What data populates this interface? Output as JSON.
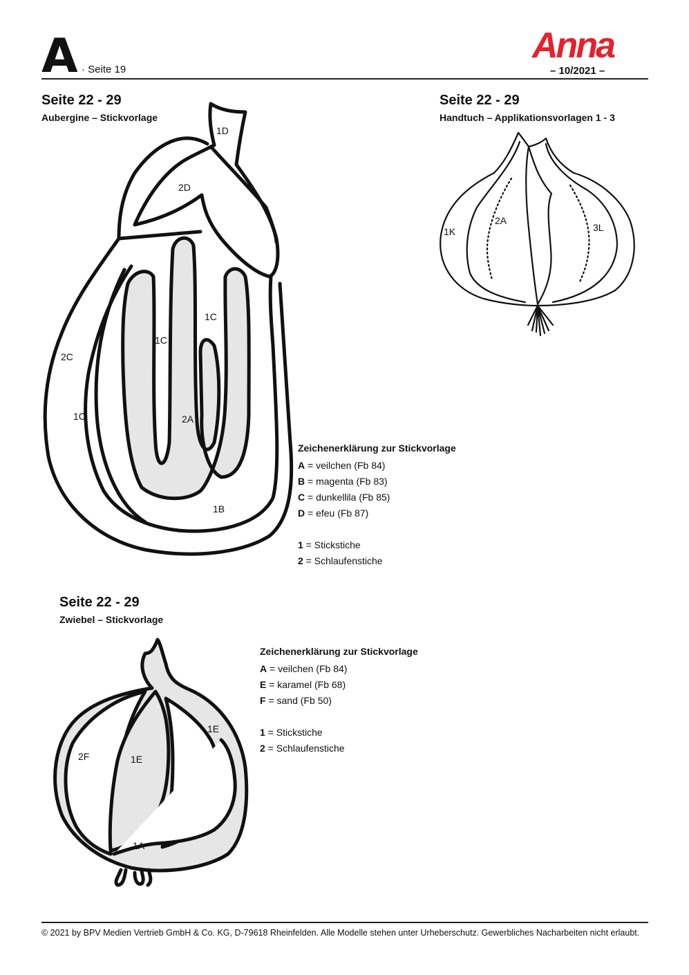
{
  "header": {
    "letter": "A",
    "page_ref": "· Seite 19",
    "logo": "Anna",
    "issue": "– 10/2021 –"
  },
  "aubergine": {
    "title": "Seite 22 - 29",
    "subtitle": "Aubergine – Stickvorlage",
    "labels": [
      "1D",
      "2D",
      "1C",
      "1C",
      "2C",
      "1C",
      "2A",
      "1B"
    ],
    "legend": {
      "heading": "Zeichenerklärung zur Stickvorlage",
      "colors": [
        {
          "key": "A",
          "text": " = veilchen (Fb 84)"
        },
        {
          "key": "B",
          "text": " = magenta (Fb 83)"
        },
        {
          "key": "C",
          "text": " = dunkellila (Fb 85)"
        },
        {
          "key": "D",
          "text": " = efeu (Fb 87)"
        }
      ],
      "stitches": [
        {
          "key": "1",
          "text": " = Stickstiche"
        },
        {
          "key": "2",
          "text": " = Schlaufenstiche"
        }
      ]
    }
  },
  "handtuch": {
    "title": "Seite 22 - 29",
    "subtitle": "Handtuch – Applikationsvorlagen 1 - 3",
    "labels": [
      "1K",
      "2A",
      "3L"
    ]
  },
  "zwiebel": {
    "title": "Seite 22 - 29",
    "subtitle": "Zwiebel – Stickvorlage",
    "labels": [
      "2F",
      "1E",
      "1E",
      "1A"
    ],
    "legend": {
      "heading": "Zeichenerklärung zur Stickvorlage",
      "colors": [
        {
          "key": "A",
          "text": " = veilchen (Fb 84)"
        },
        {
          "key": "E",
          "text": " = karamel (Fb 68)"
        },
        {
          "key": "F",
          "text": " = sand (Fb 50)"
        }
      ],
      "stitches": [
        {
          "key": "1",
          "text": " = Stickstiche"
        },
        {
          "key": "2",
          "text": " = Schlaufenstiche"
        }
      ]
    }
  },
  "footer": {
    "copyright": "© 2021 by BPV Medien Vertrieb GmbH & Co. KG, D-79618 Rheinfelden. Alle Modelle stehen unter Urheberschutz. Gewerbliches Nacharbeiten nicht erlaubt."
  },
  "colors": {
    "logo_red": "#e3222d",
    "fill_gray": "#e6e6e6"
  }
}
